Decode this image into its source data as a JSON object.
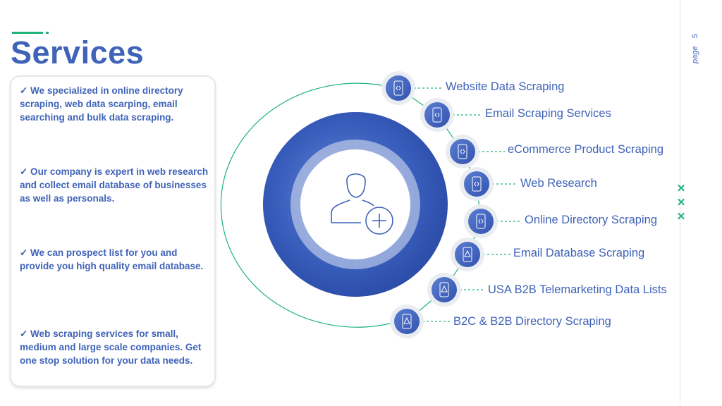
{
  "title": "Services",
  "page": {
    "label": "page",
    "number": "5"
  },
  "bullets": [
    "✓ We specialized in online directory scraping, web data scarping, email searching and bulk data scraping.",
    "✓ Our company is expert in web research and collect email database of businesses as well as personals.",
    "✓ We can prospect list for you and provide you high quality email database.",
    "✓ Web scraping services for small, medium and large scale companies. Get one stop solution for your data needs."
  ],
  "services": [
    {
      "label": "Website Data Scraping",
      "icon": "mobile-code-icon"
    },
    {
      "label": "Email Scraping Services",
      "icon": "mobile-code-icon"
    },
    {
      "label": "eCommerce Product Scraping",
      "icon": "mobile-code-icon"
    },
    {
      "label": "Web Research",
      "icon": "mobile-code-icon"
    },
    {
      "label": "Online Directory Scraping",
      "icon": "mobile-code-icon"
    },
    {
      "label": "Email Database Scraping",
      "icon": "mobile-warning-icon"
    },
    {
      "label": "USA B2B Telemarketing Data Lists",
      "icon": "mobile-warning-icon"
    },
    {
      "label": "B2C & B2B Directory Scraping",
      "icon": "mobile-warning-icon"
    }
  ],
  "center_icon": "add-user-icon",
  "colors": {
    "primary": "#3f63b8",
    "accent": "#1fb37a",
    "dark_blue": "#2d4fa8"
  }
}
